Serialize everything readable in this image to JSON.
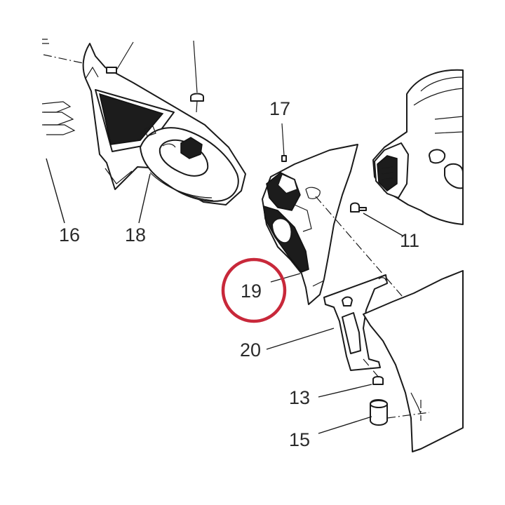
{
  "callouts": {
    "c16": "16",
    "c18": "18",
    "c17": "17",
    "c11": "11",
    "c19": "19",
    "c20": "20",
    "c13": "13",
    "c15": "15"
  },
  "highlight": {
    "part": "19",
    "color": "#c8283a"
  }
}
